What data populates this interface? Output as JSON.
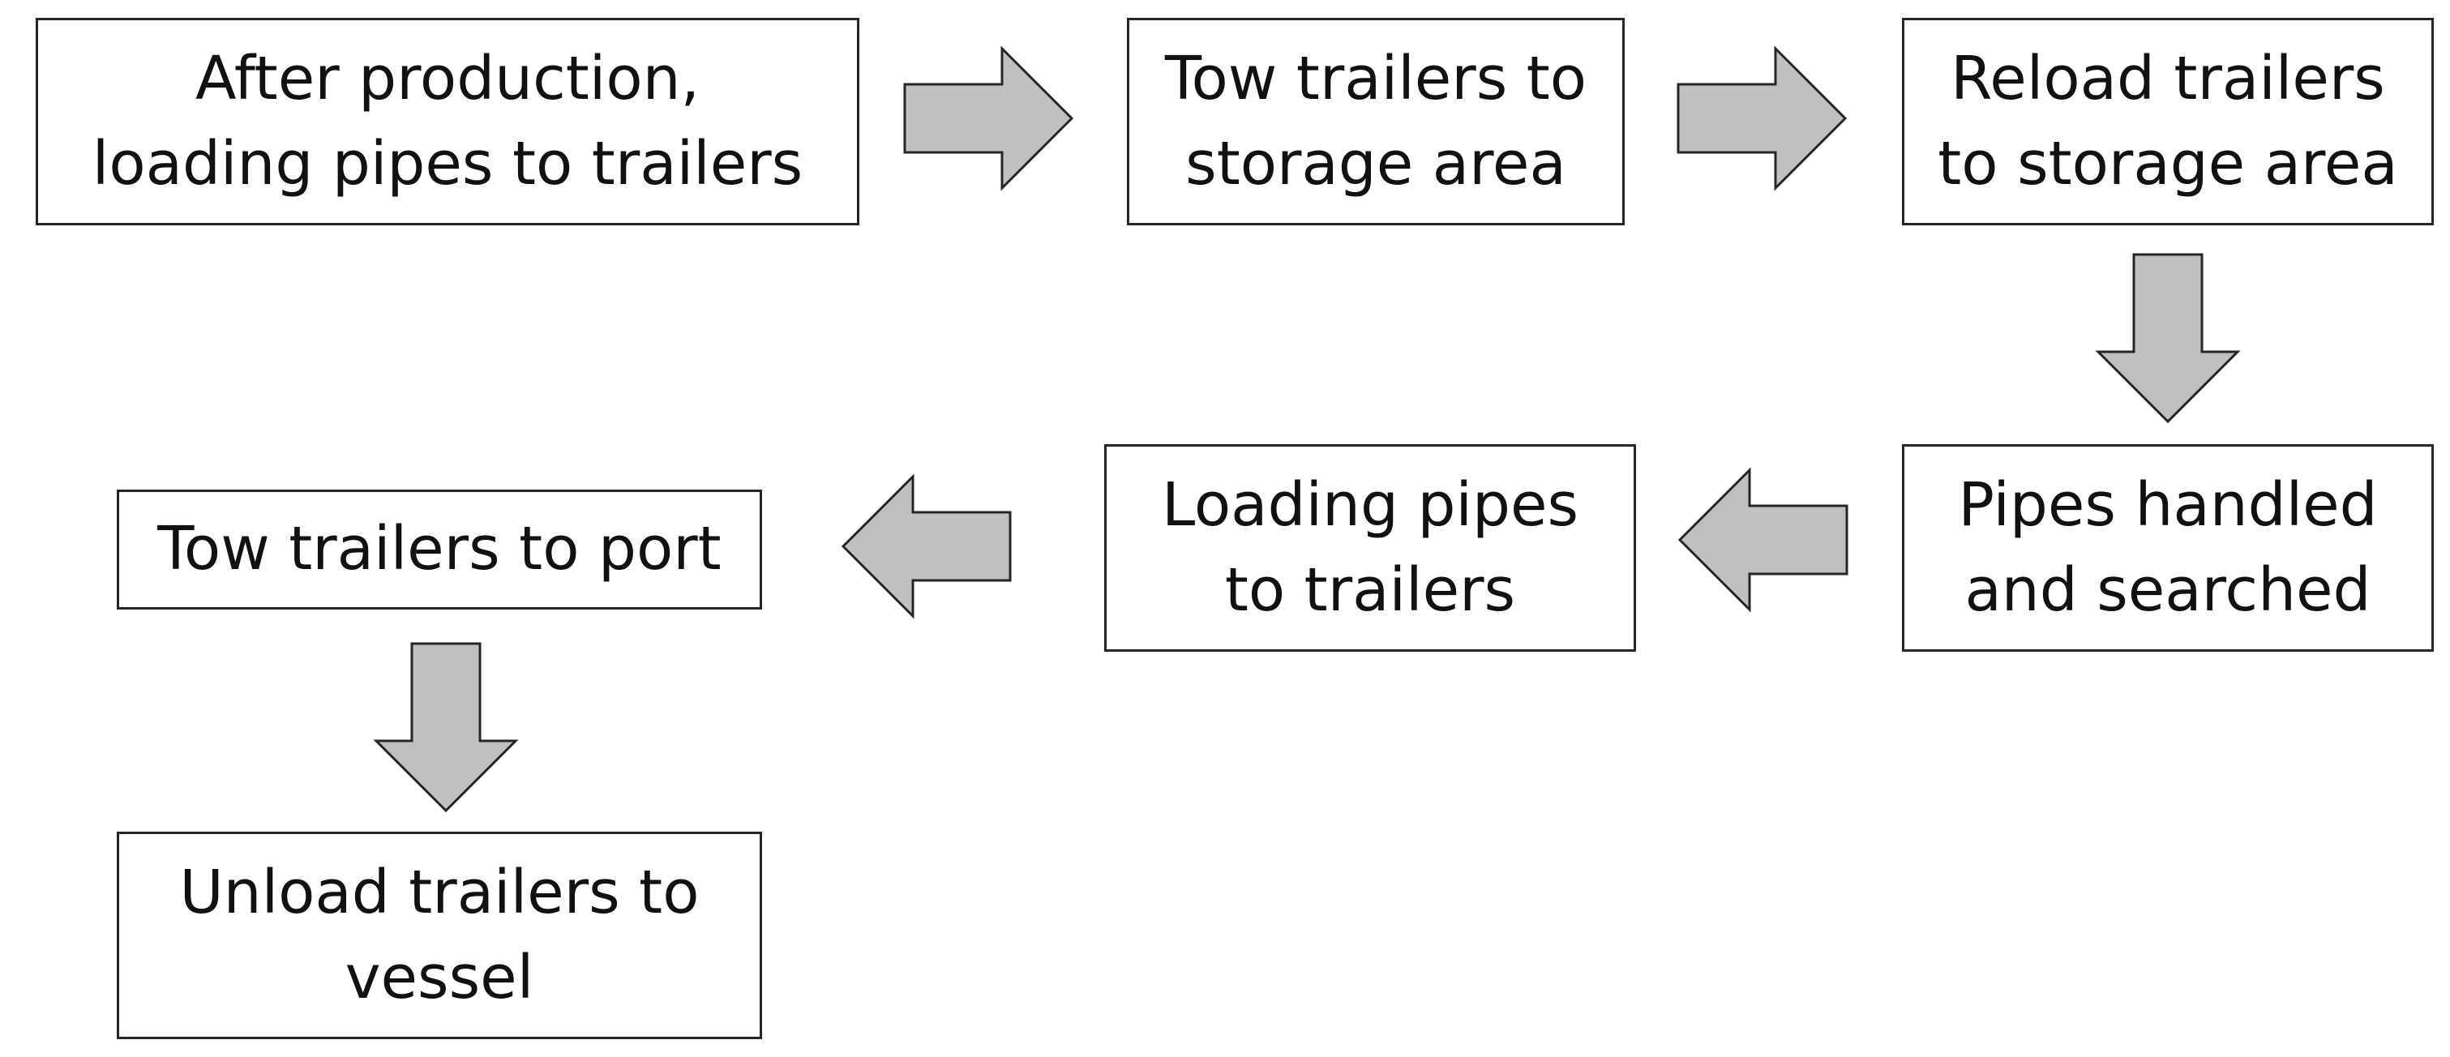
{
  "flowchart": {
    "steps": [
      {
        "id": "step-1",
        "lines": [
          "After production,",
          "loading pipes to trailers"
        ]
      },
      {
        "id": "step-2",
        "lines": [
          "Tow trailers to",
          "storage area"
        ]
      },
      {
        "id": "step-3",
        "lines": [
          "Reload trailers",
          "to storage area"
        ]
      },
      {
        "id": "step-4",
        "lines": [
          "Pipes handled",
          "and searched"
        ]
      },
      {
        "id": "step-5",
        "lines": [
          "Loading pipes",
          "to trailers"
        ]
      },
      {
        "id": "step-6",
        "lines": [
          "Tow trailers to port"
        ]
      },
      {
        "id": "step-7",
        "lines": [
          "Unload trailers to",
          "vessel"
        ]
      }
    ],
    "connectors": [
      {
        "from": "step-1",
        "to": "step-2",
        "direction": "right"
      },
      {
        "from": "step-2",
        "to": "step-3",
        "direction": "right"
      },
      {
        "from": "step-3",
        "to": "step-4",
        "direction": "down"
      },
      {
        "from": "step-4",
        "to": "step-5",
        "direction": "left"
      },
      {
        "from": "step-5",
        "to": "step-6",
        "direction": "left"
      },
      {
        "from": "step-6",
        "to": "step-7",
        "direction": "down"
      }
    ]
  },
  "colors": {
    "box_fill": "#ffffff",
    "box_border": "#262626",
    "arrow_fill": "#c0c0c0",
    "arrow_border": "#262626",
    "text": "#111111"
  }
}
